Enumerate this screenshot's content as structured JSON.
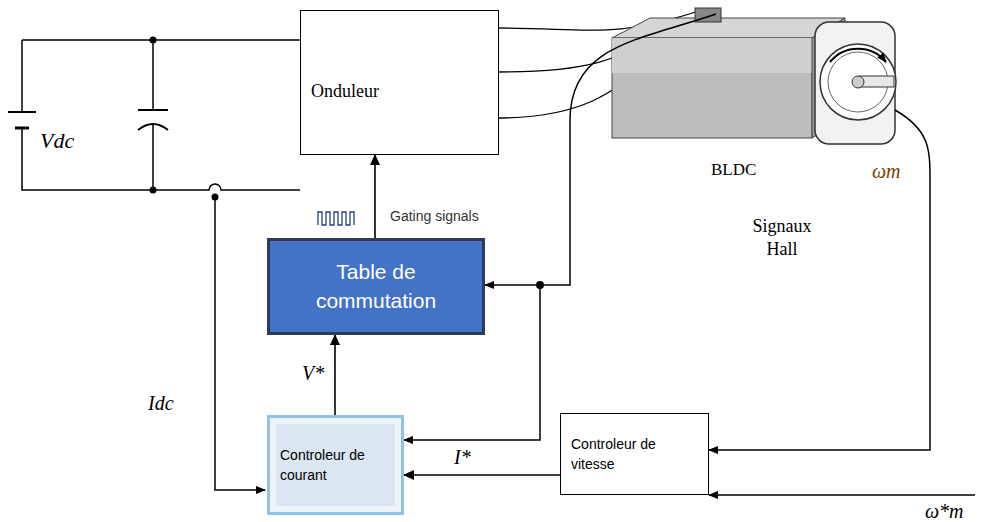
{
  "diagram": {
    "nodes": [
      {
        "text": [
          "Onduleur"
        ]
      },
      {
        "text": [
          "Table de commutation"
        ]
      },
      {
        "text": [
          "Controleur de courant"
        ]
      },
      {
        "text": [
          "Controleur de vitesse"
        ]
      }
    ],
    "edges": [
      {
        "from": 1,
        "to": 0,
        "arrow": "to",
        "label": "Gating signals"
      },
      {
        "from": 2,
        "to": 1,
        "arrow": "to",
        "label": "V*"
      },
      {
        "from": 3,
        "to": 2,
        "arrow": "to",
        "label": "I*"
      }
    ],
    "labels": [
      "Vdc",
      "BLDC",
      "ωm",
      "Signaux Hall",
      "Idc",
      "ω*m"
    ]
  }
}
